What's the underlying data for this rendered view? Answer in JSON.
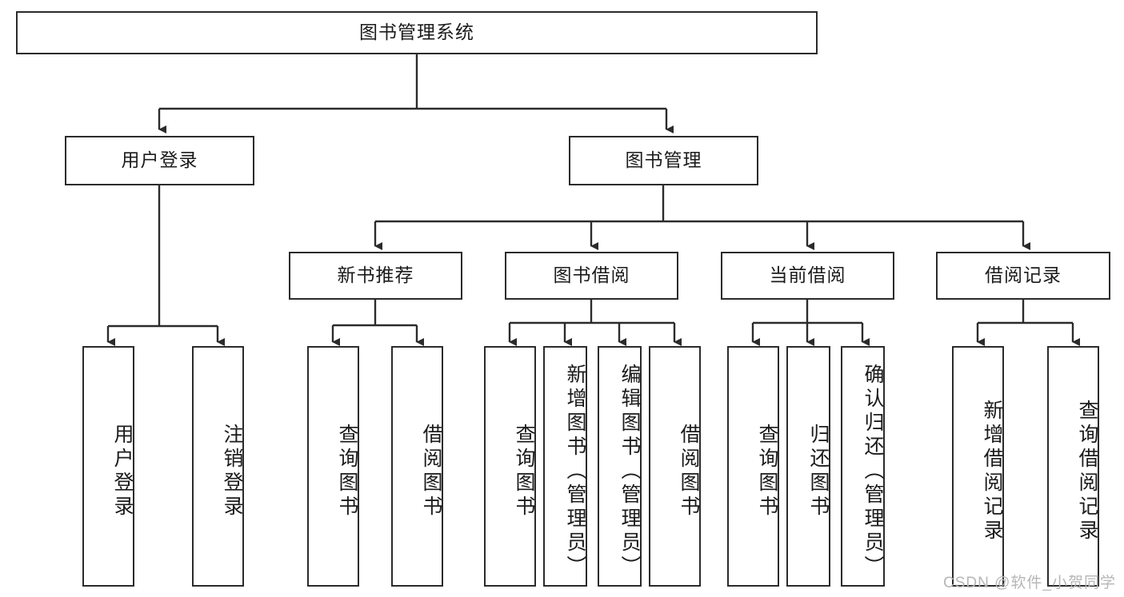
{
  "diagram": {
    "title_node": {
      "label": "图书管理系统"
    },
    "level2": [
      {
        "label": "用户登录"
      },
      {
        "label": "图书管理"
      }
    ],
    "level3": [
      {
        "label": "新书推荐"
      },
      {
        "label": "图书借阅"
      },
      {
        "label": "当前借阅"
      },
      {
        "label": "借阅记录"
      }
    ],
    "leaves": {
      "user_login": [
        {
          "label": "用户登录"
        },
        {
          "label": "注销登录"
        }
      ],
      "new_book": [
        {
          "label": "查询图书"
        },
        {
          "label": "借阅图书"
        }
      ],
      "borrow_book": [
        {
          "label": "查询图书"
        },
        {
          "label": "新增图书（管理员）"
        },
        {
          "label": "编辑图书（管理员）"
        },
        {
          "label": "借阅图书"
        }
      ],
      "current_borrow": [
        {
          "label": "查询图书"
        },
        {
          "label": "归还图书"
        },
        {
          "label": "确认归还（管理员）"
        }
      ],
      "borrow_record": [
        {
          "label": "新增借阅记录"
        },
        {
          "label": "查询借阅记录"
        }
      ]
    }
  },
  "watermark": {
    "text": "CSDN @软件_小贺同学"
  },
  "colors": {
    "stroke": "#2b2b2b",
    "background": "#ffffff",
    "text": "#1b1b1b",
    "watermark": "#b6b6b6"
  }
}
